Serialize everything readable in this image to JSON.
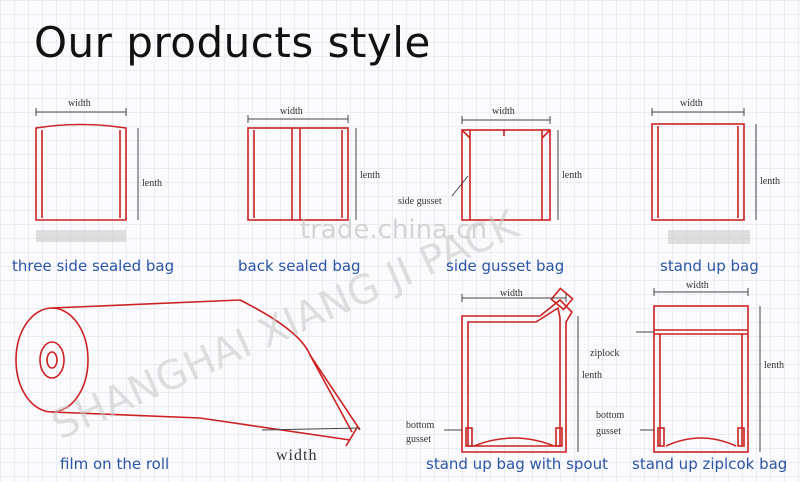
{
  "title": "Our products style",
  "watermarks": {
    "site": "trade.china.cn",
    "company": "SHANGHAI XIANG JI PACK"
  },
  "colors": {
    "outline": "#cc2222",
    "caption": "#2b55a6",
    "title": "#111111"
  },
  "bags": [
    {
      "caption": "three side sealed bag",
      "width_label": "width",
      "length_label": "lenth"
    },
    {
      "caption": "back sealed bag",
      "width_label": "width",
      "length_label": "lenth"
    },
    {
      "caption": "side gusset bag",
      "width_label": "width",
      "length_label": "lenth",
      "gusset_label": "side gusset"
    },
    {
      "caption": "stand up bag",
      "width_label": "width",
      "length_label": "lenth"
    },
    {
      "caption": "film on the roll",
      "width_label": "width"
    },
    {
      "caption": "stand up bag with spout",
      "width_label": "width",
      "length_label": "lenth",
      "ziplock_label": "ziplock",
      "bottom_label_1": "bottom",
      "bottom_label_2": "gusset"
    },
    {
      "caption": "stand up ziplcok bag",
      "width_label": "width",
      "length_label": "lenth",
      "bottom_label_1": "bottom",
      "bottom_label_2": "gusset"
    }
  ]
}
